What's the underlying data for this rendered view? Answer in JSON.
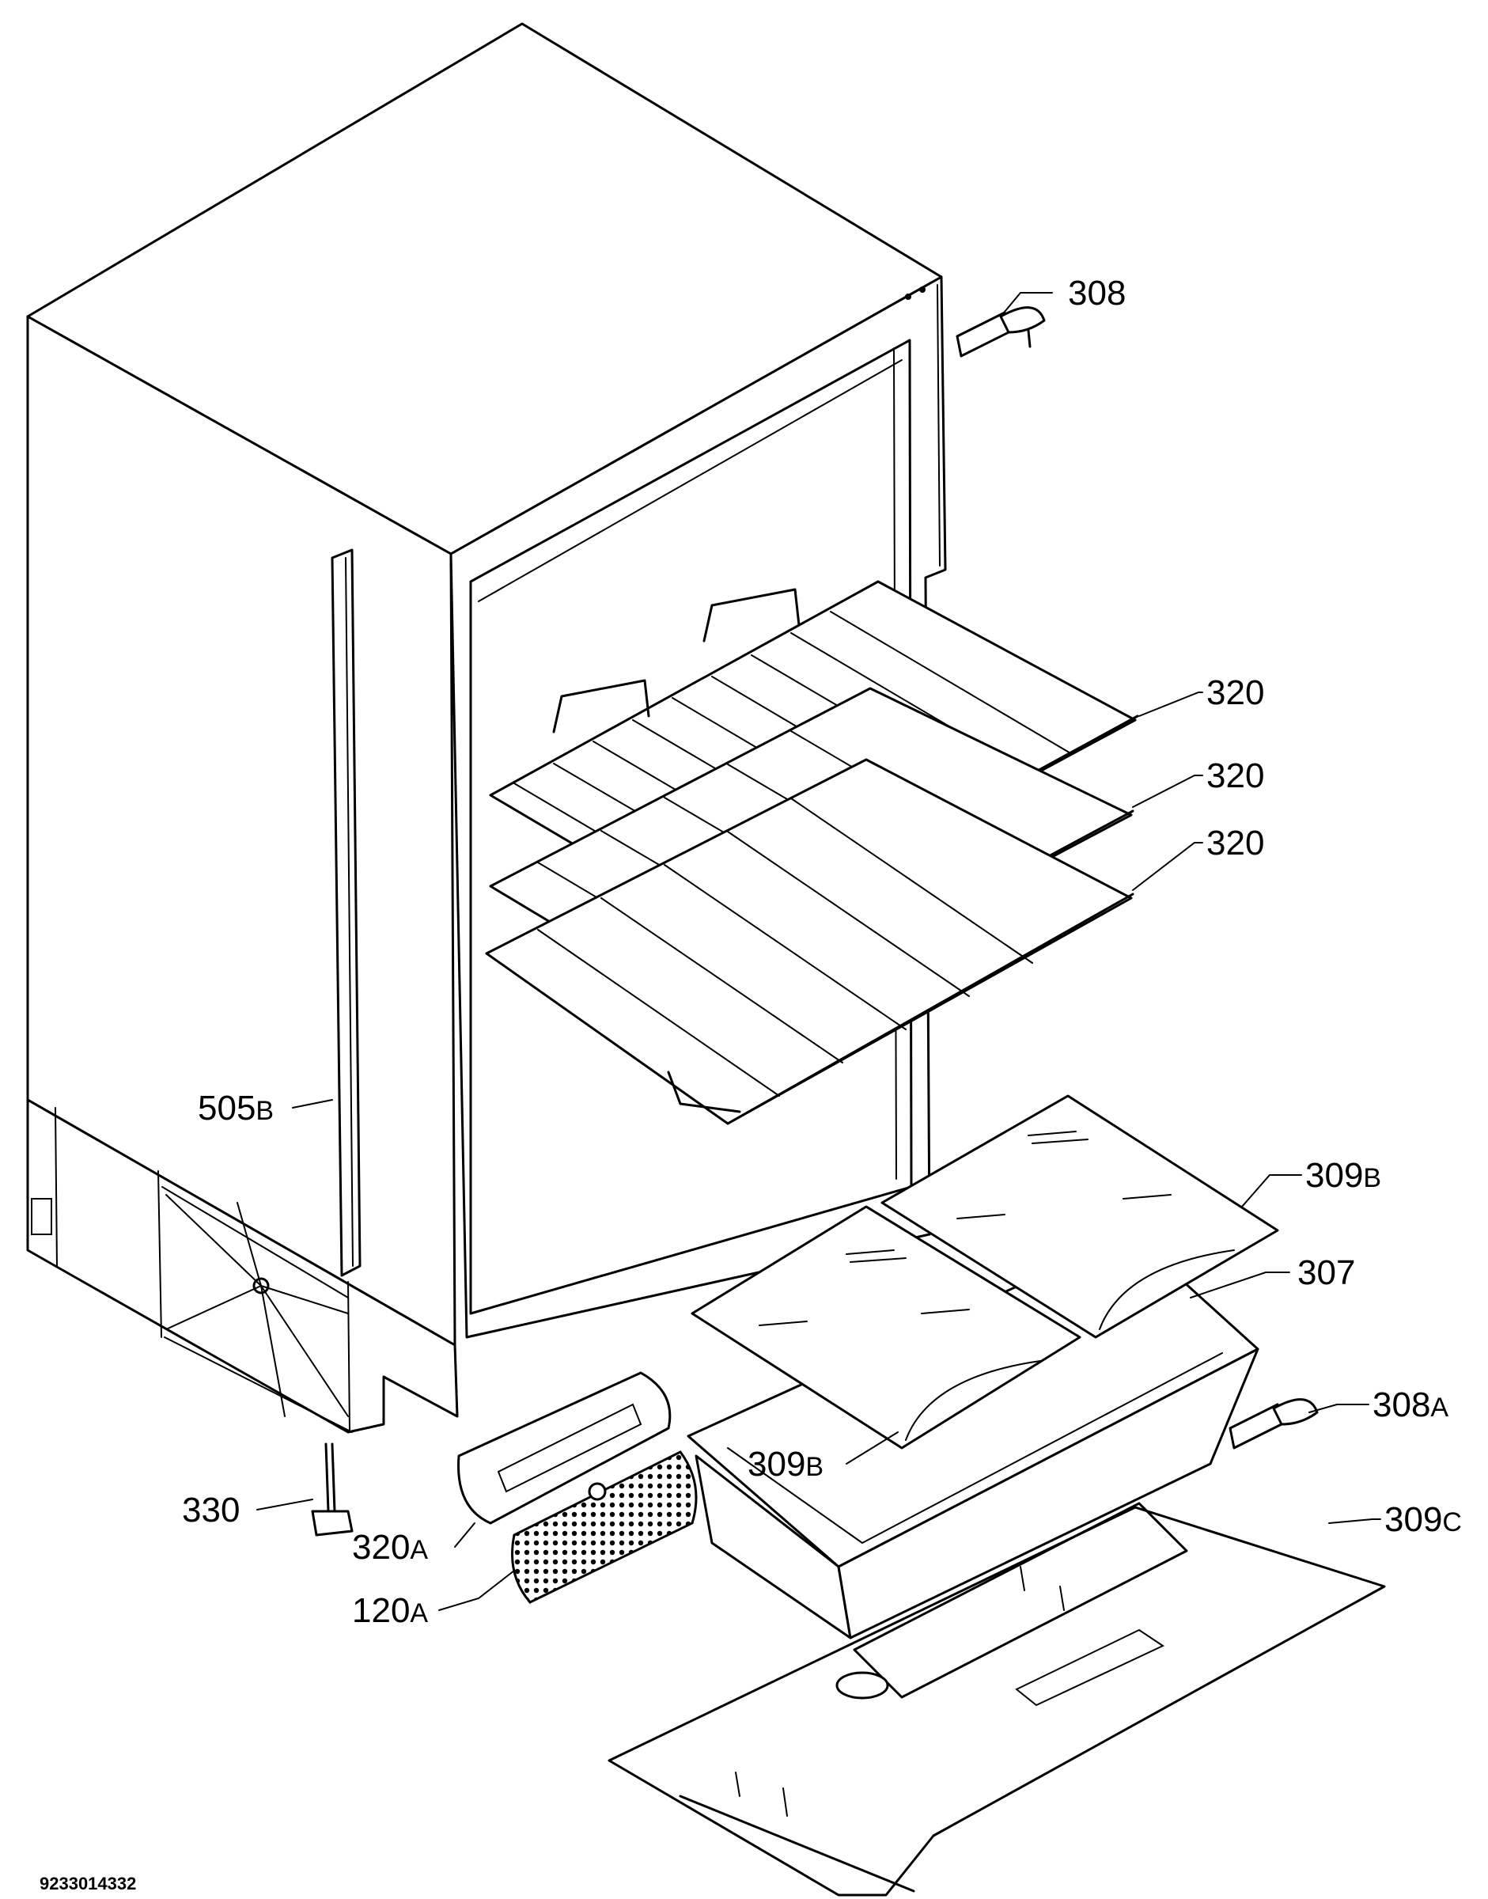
{
  "drawing": {
    "document_number": "9233014332",
    "parts": [
      {
        "id": "p308",
        "number": "308",
        "suffix": ""
      },
      {
        "id": "p320a",
        "number": "320",
        "suffix": ""
      },
      {
        "id": "p320b",
        "number": "320",
        "suffix": ""
      },
      {
        "id": "p320c",
        "number": "320",
        "suffix": ""
      },
      {
        "id": "p505b",
        "number": "505",
        "suffix": "B"
      },
      {
        "id": "p309b1",
        "number": "309",
        "suffix": "B"
      },
      {
        "id": "p307",
        "number": "307",
        "suffix": ""
      },
      {
        "id": "p308a",
        "number": "308",
        "suffix": "A"
      },
      {
        "id": "p309b2",
        "number": "309",
        "suffix": "B"
      },
      {
        "id": "p330",
        "number": "330",
        "suffix": ""
      },
      {
        "id": "p320a2",
        "number": "320",
        "suffix": "A"
      },
      {
        "id": "p309c",
        "number": "309",
        "suffix": "C"
      },
      {
        "id": "p120a",
        "number": "120",
        "suffix": "A"
      }
    ]
  }
}
